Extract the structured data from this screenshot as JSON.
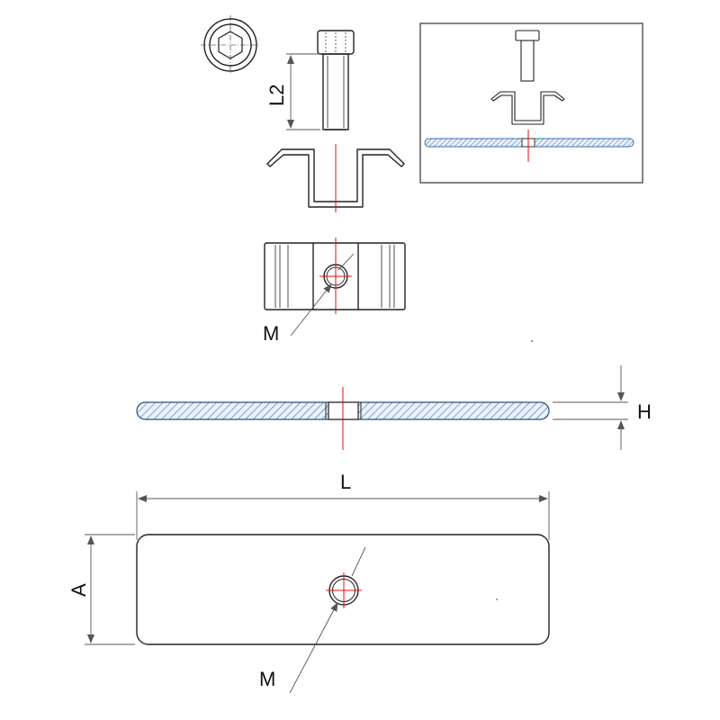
{
  "labels": {
    "l2": "L2",
    "m_top": "M",
    "h": "H",
    "l": "L",
    "a": "A",
    "m_bottom": "M"
  },
  "colors": {
    "line": "#222222",
    "dim": "#555555",
    "axis": "#e01010",
    "hatch": "#3a6fb0",
    "hatch_fill": "#dfe9f6",
    "inset_border": "#333333"
  }
}
